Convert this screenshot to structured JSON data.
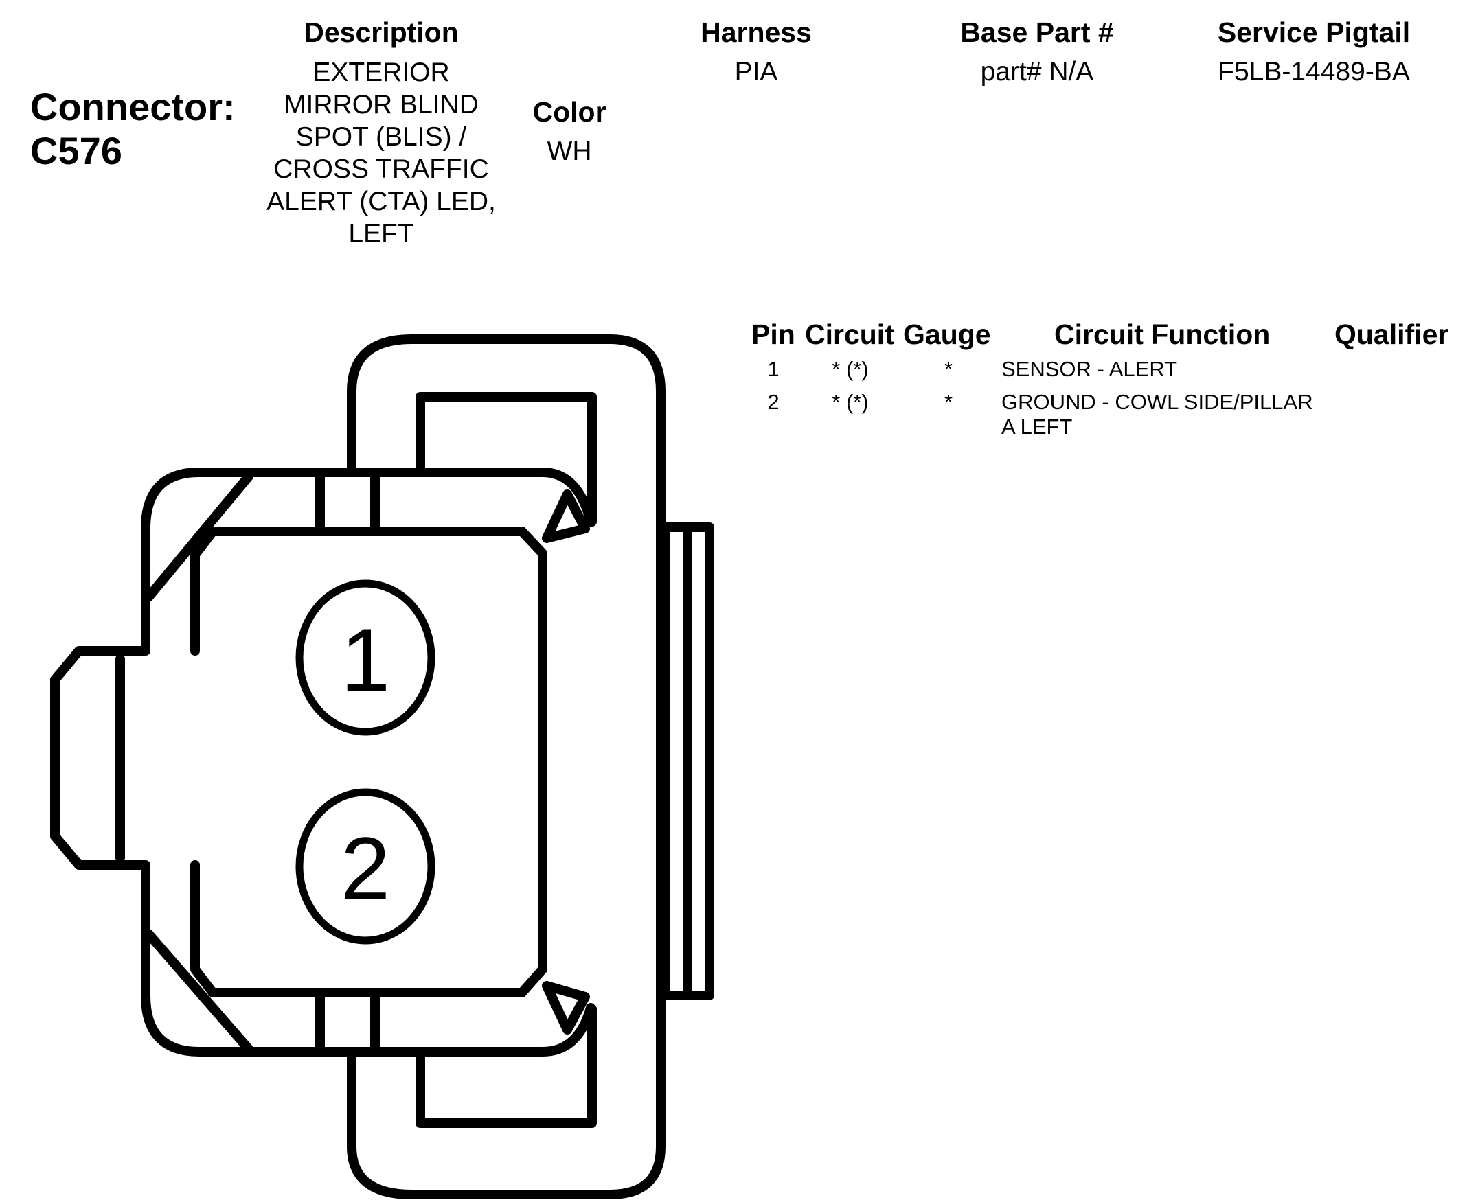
{
  "connector": {
    "label": "Connector:",
    "id": "C576"
  },
  "headers": {
    "description": "Description",
    "color": "Color",
    "harness": "Harness",
    "base_part": "Base Part #",
    "service_pigtail": "Service Pigtail"
  },
  "values": {
    "description_lines": [
      "EXTERIOR",
      "MIRROR BLIND",
      "SPOT (BLIS) /",
      "CROSS TRAFFIC",
      "ALERT (CTA) LED,",
      "LEFT"
    ],
    "color": "WH",
    "harness": "PIA",
    "base_part": "part# N/A",
    "service_pigtail": "F5LB-14489-BA"
  },
  "pin_table": {
    "headers": {
      "pin": "Pin",
      "circuit": "Circuit",
      "gauge": "Gauge",
      "circuit_function": "Circuit Function",
      "qualifier": "Qualifier"
    },
    "rows": [
      {
        "pin": "1",
        "circuit": "* (*)",
        "gauge": "*",
        "function_lines": [
          "SENSOR - ALERT"
        ],
        "qualifier": ""
      },
      {
        "pin": "2",
        "circuit": "* (*)",
        "gauge": "*",
        "function_lines": [
          "GROUND - COWL SIDE/PILLAR",
          "A LEFT"
        ],
        "qualifier": ""
      }
    ]
  },
  "diagram": {
    "pin_labels": [
      "1",
      "2"
    ]
  }
}
